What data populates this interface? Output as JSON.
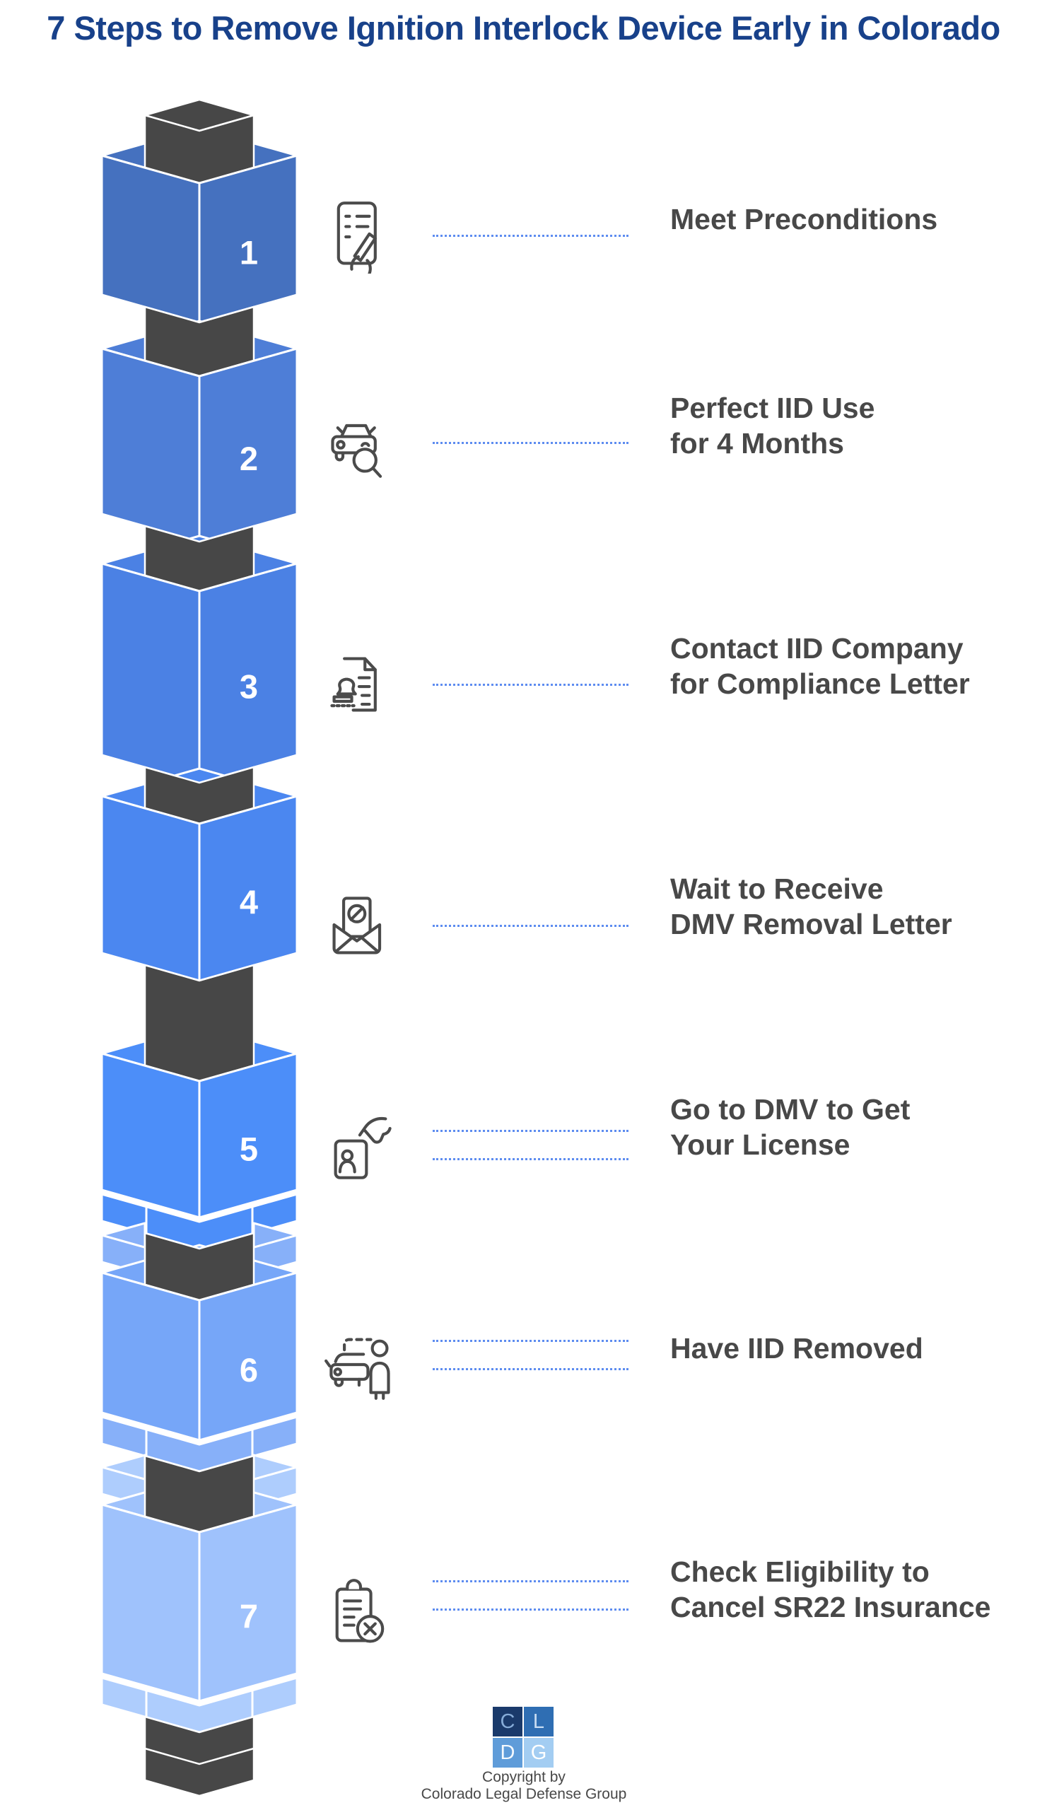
{
  "title": {
    "text": "7 Steps to Remove Ignition Interlock Device Early in Colorado",
    "color": "#18418A"
  },
  "steps": [
    {
      "number": "1",
      "label_lines": [
        "Meet Preconditions"
      ],
      "icon": "checklist-pen",
      "color": "#4571BF",
      "dotted_lines": 1
    },
    {
      "number": "2",
      "label_lines": [
        "Perfect IID Use",
        "for 4 Months"
      ],
      "icon": "car-magnifier",
      "color": "#4E7ED7",
      "dotted_lines": 1
    },
    {
      "number": "3",
      "label_lines": [
        "Contact IID Company",
        "for Compliance Letter"
      ],
      "icon": "document-stamp",
      "color": "#4B81E4",
      "dotted_lines": 1
    },
    {
      "number": "4",
      "label_lines": [
        "Wait to Receive",
        "DMV Removal Letter"
      ],
      "icon": "envelope-blocked-letter",
      "color": "#4B87F0",
      "dotted_lines": 1
    },
    {
      "number": "5",
      "label_lines": [
        "Go to DMV to Get",
        "Your License"
      ],
      "icon": "hand-id-card",
      "color": "#4C8EF9",
      "dotted_lines": 2
    },
    {
      "number": "6",
      "label_lines": [
        "Have IID Removed"
      ],
      "icon": "car-mechanic",
      "color": "#76A6F8",
      "light_color": "#87B0F9",
      "dotted_lines": 2
    },
    {
      "number": "7",
      "label_lines": [
        "Check Eligibility to",
        "Cancel SR22 Insurance"
      ],
      "icon": "clipboard-x",
      "color": "#9FC2FC",
      "light_color": "#AECDFD",
      "dotted_lines": 2
    }
  ],
  "colors": {
    "cube": "#474747",
    "dotted_line": "#5d8cf0",
    "label_text": "#484848",
    "icon_stroke": "#4b4b4b",
    "background": "#FFFFFF"
  },
  "footer": {
    "logo_squares": [
      {
        "letter": "C",
        "bg": "#1A3A6B",
        "fg": "#86ACD8"
      },
      {
        "letter": "L",
        "bg": "#2F6EB3",
        "fg": "#C8DCF2"
      },
      {
        "letter": "D",
        "bg": "#5F9CD9",
        "fg": "#F4F9FE"
      },
      {
        "letter": "G",
        "bg": "#A3CDF2",
        "fg": "#FFFFFF"
      }
    ],
    "copyright_line1": "Copyright by",
    "copyright_line2": "Colorado Legal Defense Group"
  }
}
